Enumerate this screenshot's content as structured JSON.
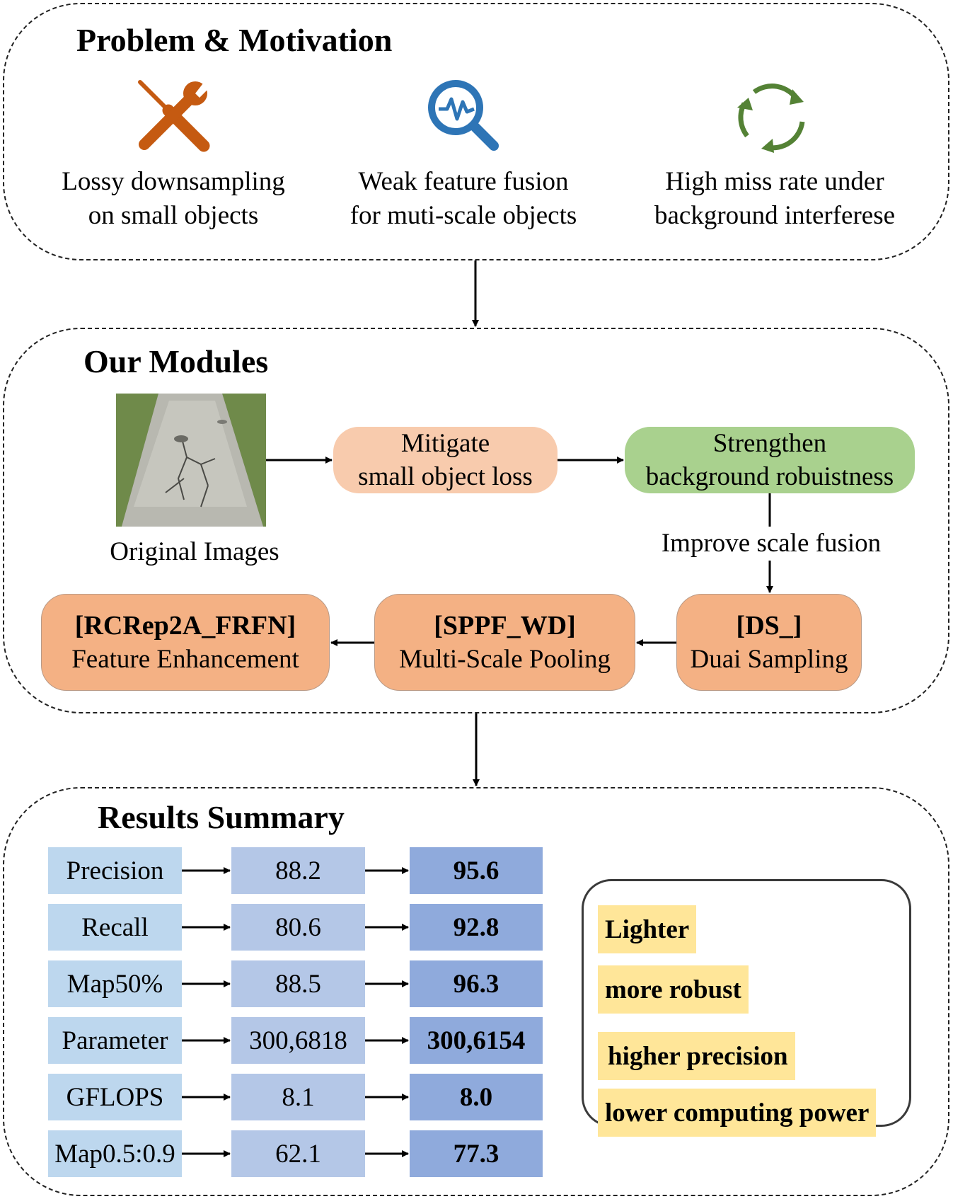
{
  "problem": {
    "title": "Problem & Motivation",
    "items": [
      {
        "icon": "tools-icon",
        "color": "#c55a11",
        "lines": [
          "Lossy downsampling",
          "on small objects"
        ]
      },
      {
        "icon": "search-analytics-icon",
        "color": "#2e75b6",
        "lines": [
          "Weak feature fusion",
          "for muti-scale objects"
        ]
      },
      {
        "icon": "recycle-arrows-icon",
        "color": "#548235",
        "lines": [
          "High miss rate under",
          "background interferese"
        ]
      }
    ]
  },
  "modules": {
    "title": "Our Modules",
    "image_caption": "Original Images",
    "goal1": [
      "Mitigate",
      "small object loss"
    ],
    "goal2": [
      "Strengthen",
      "background robuistness"
    ],
    "goal3": "Improve scale fusion",
    "boxes": [
      {
        "tag": "[RCRep2A_FRFN]",
        "desc": "Feature Enhancement"
      },
      {
        "tag": "[SPPF_WD]",
        "desc": "Multi-Scale Pooling"
      },
      {
        "tag": "[DS_]",
        "desc": "Duai Sampling"
      }
    ],
    "colors": {
      "goal1": "#f8cbad",
      "goal2": "#a9d18e",
      "module": "#f4b184"
    }
  },
  "results": {
    "title": "Results Summary",
    "rows": [
      {
        "metric": "Precision",
        "before": "88.2",
        "after": "95.6"
      },
      {
        "metric": "Recall",
        "before": "80.6",
        "after": "92.8"
      },
      {
        "metric": "Map50%",
        "before": "88.5",
        "after": "96.3"
      },
      {
        "metric": "Parameter",
        "before": "300,6818",
        "after": "300,6154"
      },
      {
        "metric": "GFLOPS",
        "before": "8.1",
        "after": "8.0"
      },
      {
        "metric": "Map0.5:0.9",
        "before": "62.1",
        "after": "77.3"
      }
    ],
    "highlights": [
      "Lighter",
      "more robust",
      "higher precision",
      "lower computing power"
    ],
    "colors": {
      "metric": "#bdd7ee",
      "before": "#b4c7e7",
      "after": "#8faadc",
      "highlight": "#ffe699"
    }
  }
}
